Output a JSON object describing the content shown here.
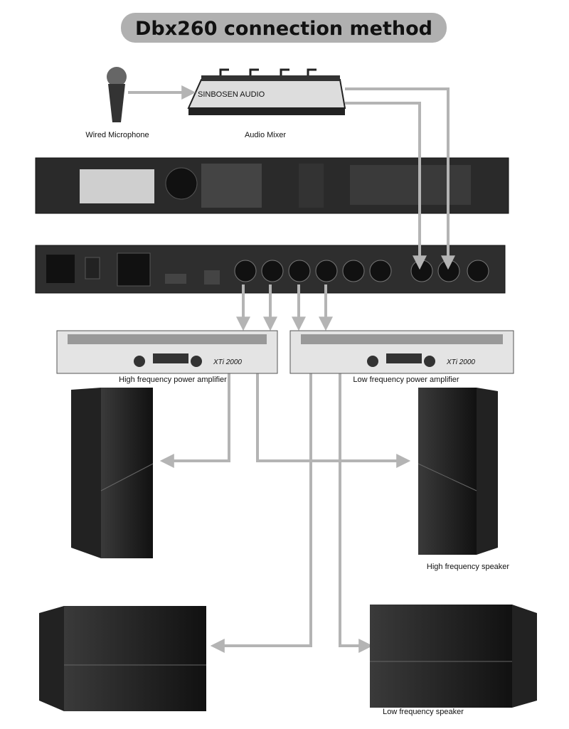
{
  "title": "Dbx260 connection method",
  "devices": {
    "microphone": {
      "label": "Wired Microphone"
    },
    "mixer": {
      "label": "Audio Mixer",
      "brand": "SINBOSEN AUDIO"
    },
    "processor_front": {},
    "processor_back": {},
    "amp_high": {
      "label": "High frequency power amplifier",
      "model": "XTi 2000"
    },
    "amp_low": {
      "label": "Low frequency power amplifier",
      "model": "XTi 2000"
    },
    "speaker_high": {
      "label": "High frequency speaker"
    },
    "speaker_low": {
      "label": "Low frequency speaker"
    }
  },
  "colors": {
    "wire": "#b4b4b4",
    "title_bg": "#b0b0b0",
    "device": "#1e1e1e"
  }
}
